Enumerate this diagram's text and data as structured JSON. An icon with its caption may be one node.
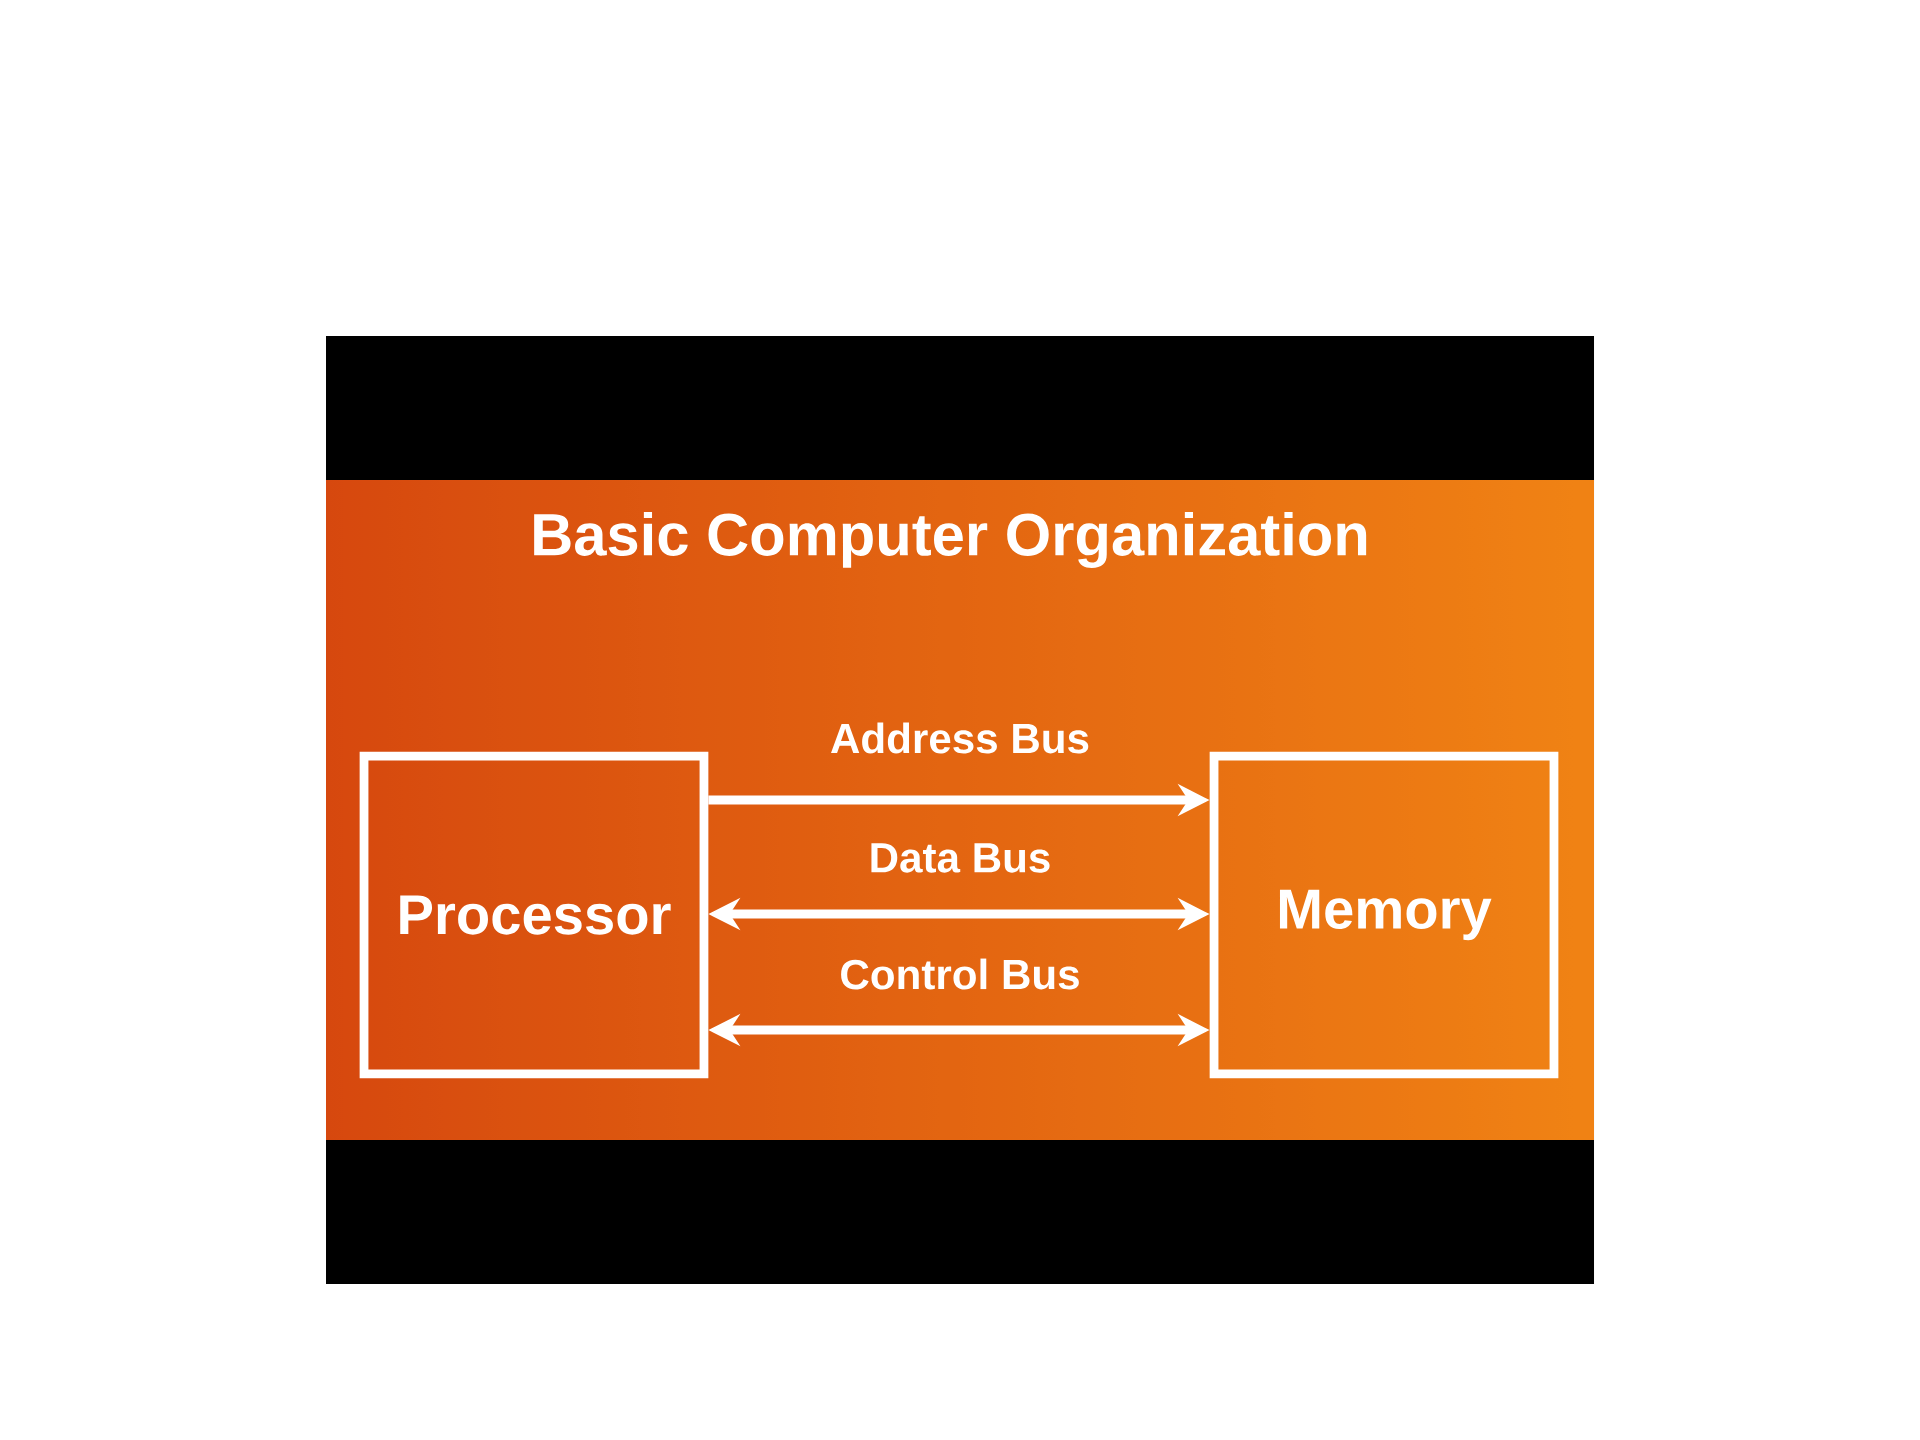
{
  "diagram": {
    "title": "Basic Computer Organization",
    "nodes": [
      {
        "text": [
          "Processor"
        ]
      },
      {
        "text": [
          "Memory"
        ]
      }
    ],
    "edges": [
      {
        "from": 0,
        "to": 1,
        "arrow": "to",
        "label": "Address Bus"
      },
      {
        "from": 0,
        "to": 1,
        "arrow": "both",
        "label": "Data Bus"
      },
      {
        "from": 0,
        "to": 1,
        "arrow": "both",
        "label": "Control Bus"
      }
    ]
  }
}
